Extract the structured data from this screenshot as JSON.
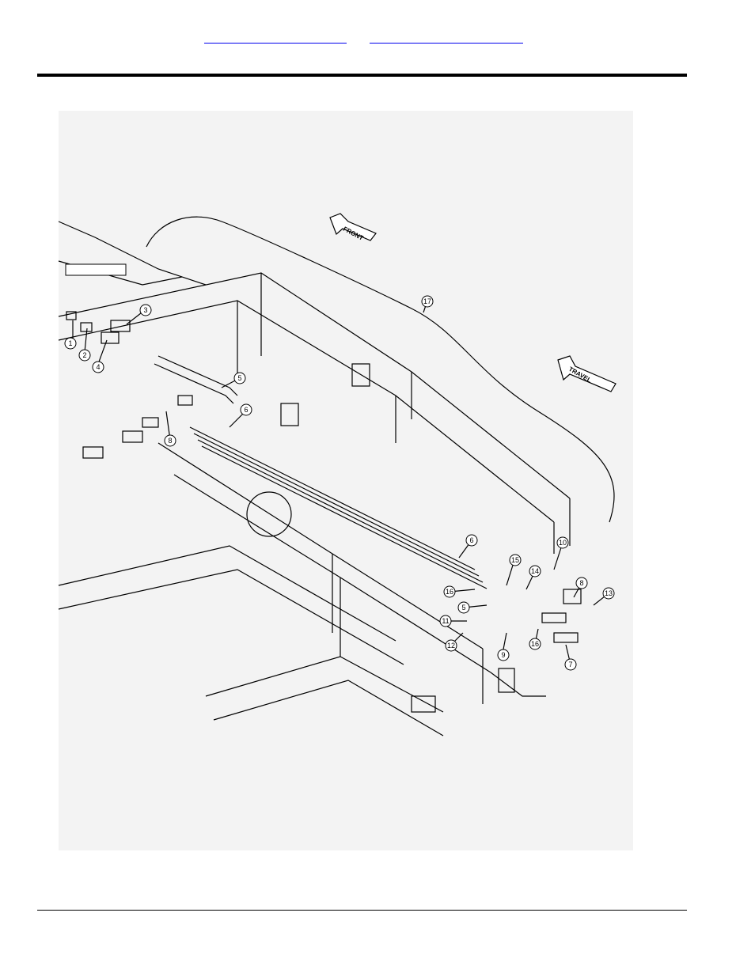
{
  "header": {
    "links": [
      {
        "id": "link-a",
        "text": ""
      },
      {
        "id": "link-b",
        "text": ""
      }
    ]
  },
  "figure": {
    "direction_labels": {
      "front": "FRONT",
      "travel": "TRAVEL"
    },
    "callouts": [
      "1",
      "2",
      "3",
      "4",
      "5",
      "6",
      "8",
      "17",
      "6",
      "10",
      "15",
      "14",
      "8",
      "13",
      "16",
      "5",
      "11",
      "12",
      "9",
      "16",
      "7"
    ]
  },
  "colors": {
    "rule": "#000000",
    "link_underline": "#0000ee",
    "drawing_bg": "#f3f3f3",
    "line_art": "#000000"
  }
}
